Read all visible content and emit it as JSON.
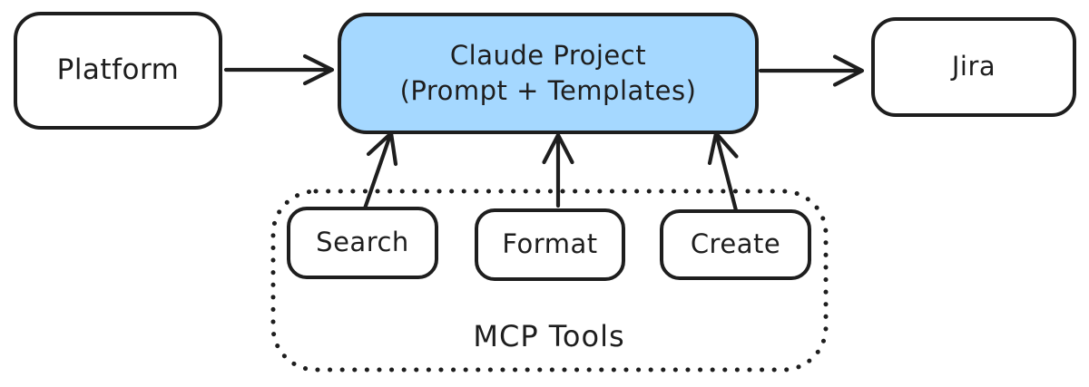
{
  "diagram": {
    "nodes": {
      "platform": {
        "label": "Platform"
      },
      "claude_project": {
        "label_line1": "Claude Project",
        "label_line2": "(Prompt + Templates)"
      },
      "jira": {
        "label": "Jira"
      },
      "tools": [
        {
          "label": "Search"
        },
        {
          "label": "Format"
        },
        {
          "label": "Create"
        }
      ]
    },
    "container": {
      "label": "MCP Tools"
    },
    "edges": [
      {
        "from": "Platform",
        "to": "Claude Project (Prompt + Templates)"
      },
      {
        "from": "Claude Project (Prompt + Templates)",
        "to": "Jira"
      },
      {
        "from": "Search",
        "to": "Claude Project (Prompt + Templates)"
      },
      {
        "from": "Format",
        "to": "Claude Project (Prompt + Templates)"
      },
      {
        "from": "Create",
        "to": "Claude Project (Prompt + Templates)"
      }
    ],
    "colors": {
      "stroke": "#1e1e1e",
      "claude_fill": "#a5d8ff",
      "node_fill": "#ffffff",
      "background": "#ffffff"
    }
  }
}
